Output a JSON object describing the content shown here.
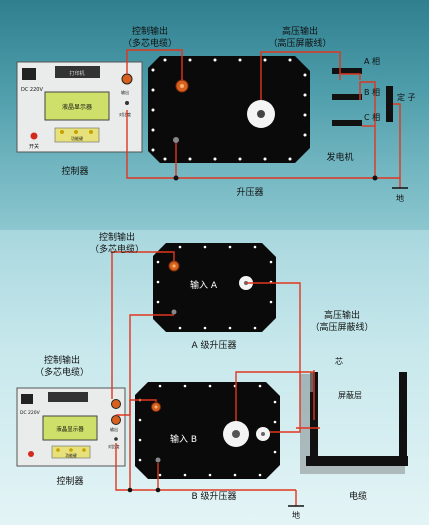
{
  "top": {
    "ctrl_out_l1": "控制输出",
    "ctrl_out_l2": "（多芯电缆）",
    "hv_out_l1": "高压输出",
    "hv_out_l2": "（高压屏蔽线）",
    "phase_a": "A 相",
    "phase_b": "B 相",
    "phase_c": "C 相",
    "stator": "定 子",
    "generator": "发电机",
    "transformer": "升压器",
    "controller": "控制器",
    "ground": "地"
  },
  "controller_panel": {
    "dc_label": "DC 220V",
    "printer_label": "打印机",
    "display_label": "液晶显示器",
    "func_label": "功能键",
    "power_label": "开关",
    "output_label": "输出",
    "ground_label": "对比度"
  },
  "bottom": {
    "ctrl_out_a_l1": "控制输出",
    "ctrl_out_a_l2": "（多芯电缆）",
    "input_a": "输入 A",
    "transformer_a": "A 级升压器",
    "hv_out_l1": "高压输出",
    "hv_out_l2": "（高压屏蔽线）",
    "ctrl_out_b_l1": "控制输出",
    "ctrl_out_b_l2": "（多芯电缆）",
    "input_b": "输入 B",
    "transformer_b": "B 级升压器",
    "core": "芯",
    "shield": "屏蔽层",
    "cable": "电缆",
    "controller": "控制器",
    "ground": "地"
  },
  "colors": {
    "wire": "#e0361f",
    "box": "#0a0a0a",
    "screen": "#cfe06a",
    "panel": "#e9ecea"
  }
}
